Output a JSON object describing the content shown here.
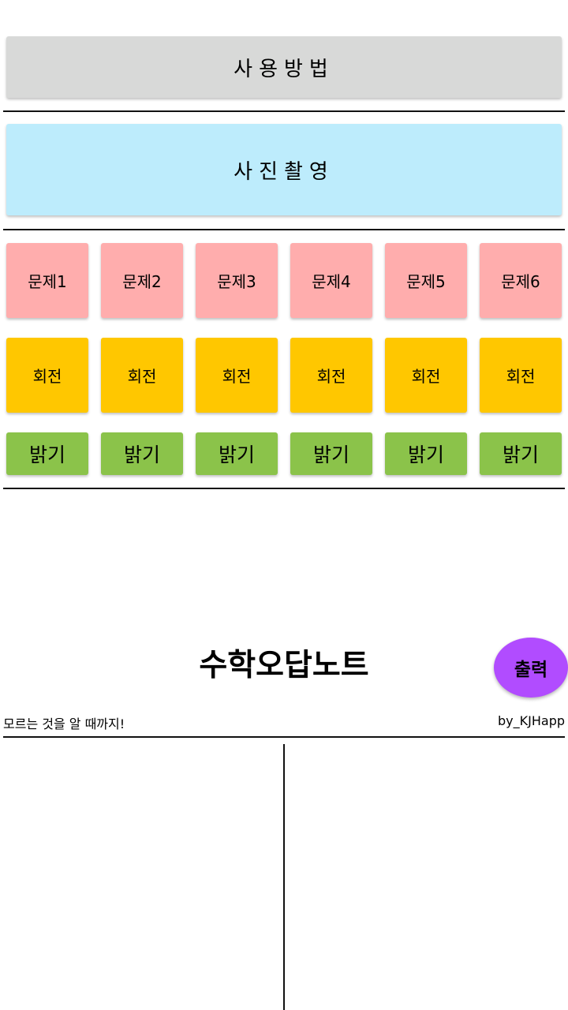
{
  "top": {
    "howto_label": "사용방법",
    "camera_label": "사진촬영"
  },
  "problems": [
    "문제1",
    "문제2",
    "문제3",
    "문제4",
    "문제5",
    "문제6"
  ],
  "rotate": [
    "회전",
    "회전",
    "회전",
    "회전",
    "회전",
    "회전"
  ],
  "brightness": [
    "밝기",
    "밝기",
    "밝기",
    "밝기",
    "밝기",
    "밝기"
  ],
  "note": {
    "title": "수학오답노트",
    "print_label": "출력",
    "subtitle": "모르는 것을 알 때까지!",
    "credit": "by_KJHapp"
  },
  "colors": {
    "howto_bg": "#d8d9d8",
    "camera_bg": "#bdecfc",
    "problem_bg": "#ffadad",
    "rotate_bg": "#ffc700",
    "brightness_bg": "#8bc34a",
    "print_bg": "#b14cff"
  }
}
